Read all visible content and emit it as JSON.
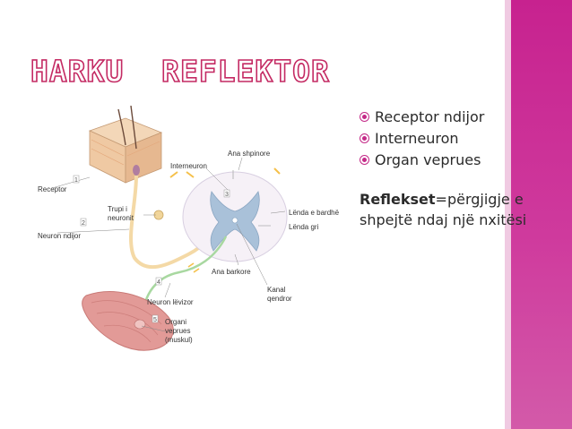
{
  "slide": {
    "title": "HARKU  REFLEKTOR",
    "bullets": [
      "Receptor ndijor",
      "Interneuron",
      "Organ veprues"
    ],
    "definition_term": "Reflekset",
    "definition_text": "=përgjigje e shpejtë ndaj një nxitësi",
    "accent_color": "#c42a88"
  },
  "figure": {
    "labels": {
      "receptor": "Receptor",
      "neuron_ndijor": "Neuron ndijor",
      "interneuron": "Interneuron",
      "ana_shpinore": "Ana shpinore",
      "trupi_neuronit": "Trupi i\nneuronit",
      "lenda_bardhe": "Lënda e bardhë",
      "lenda_gri": "Lënda gri",
      "ana_barkore": "Ana barkore",
      "kanal_qendror": "Kanal\nqendror",
      "neuron_levizor": "Neuron lëvizor",
      "organi_veprues": "Organi\nveprues\n(muskul)"
    },
    "numbers": [
      "1",
      "2",
      "3",
      "4",
      "5"
    ]
  }
}
